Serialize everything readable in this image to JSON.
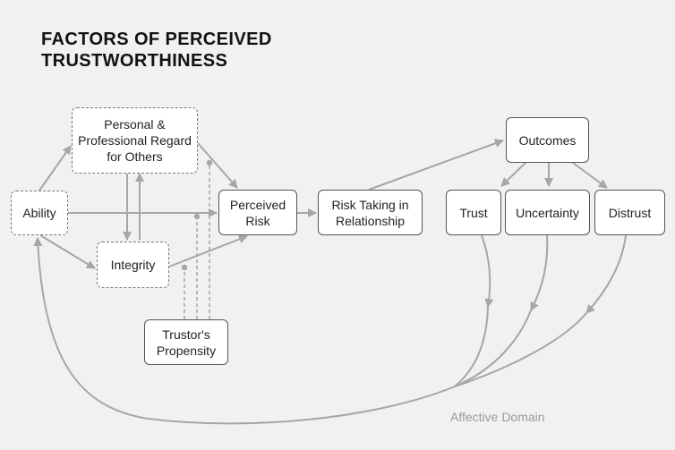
{
  "title": {
    "line1": "FACTORS OF PERCEIVED",
    "line2": "TRUSTWORTHINESS"
  },
  "nodes": {
    "ability": "Ability",
    "regard": "Personal & Professional Regard for Others",
    "integrity": "Integrity",
    "propensity": "Trustor's Propensity",
    "perceived_risk": "Perceived Risk",
    "risk_taking": "Risk Taking in Relationship",
    "outcomes": "Outcomes",
    "trust": "Trust",
    "uncertainty": "Uncertainty",
    "distrust": "Distrust"
  },
  "affective_domain_label": "Affective Domain",
  "colors": {
    "background": "#f1f1f1",
    "connector": "#a6a6a6",
    "text": "#222222",
    "muted_label": "#9a9a9a"
  }
}
